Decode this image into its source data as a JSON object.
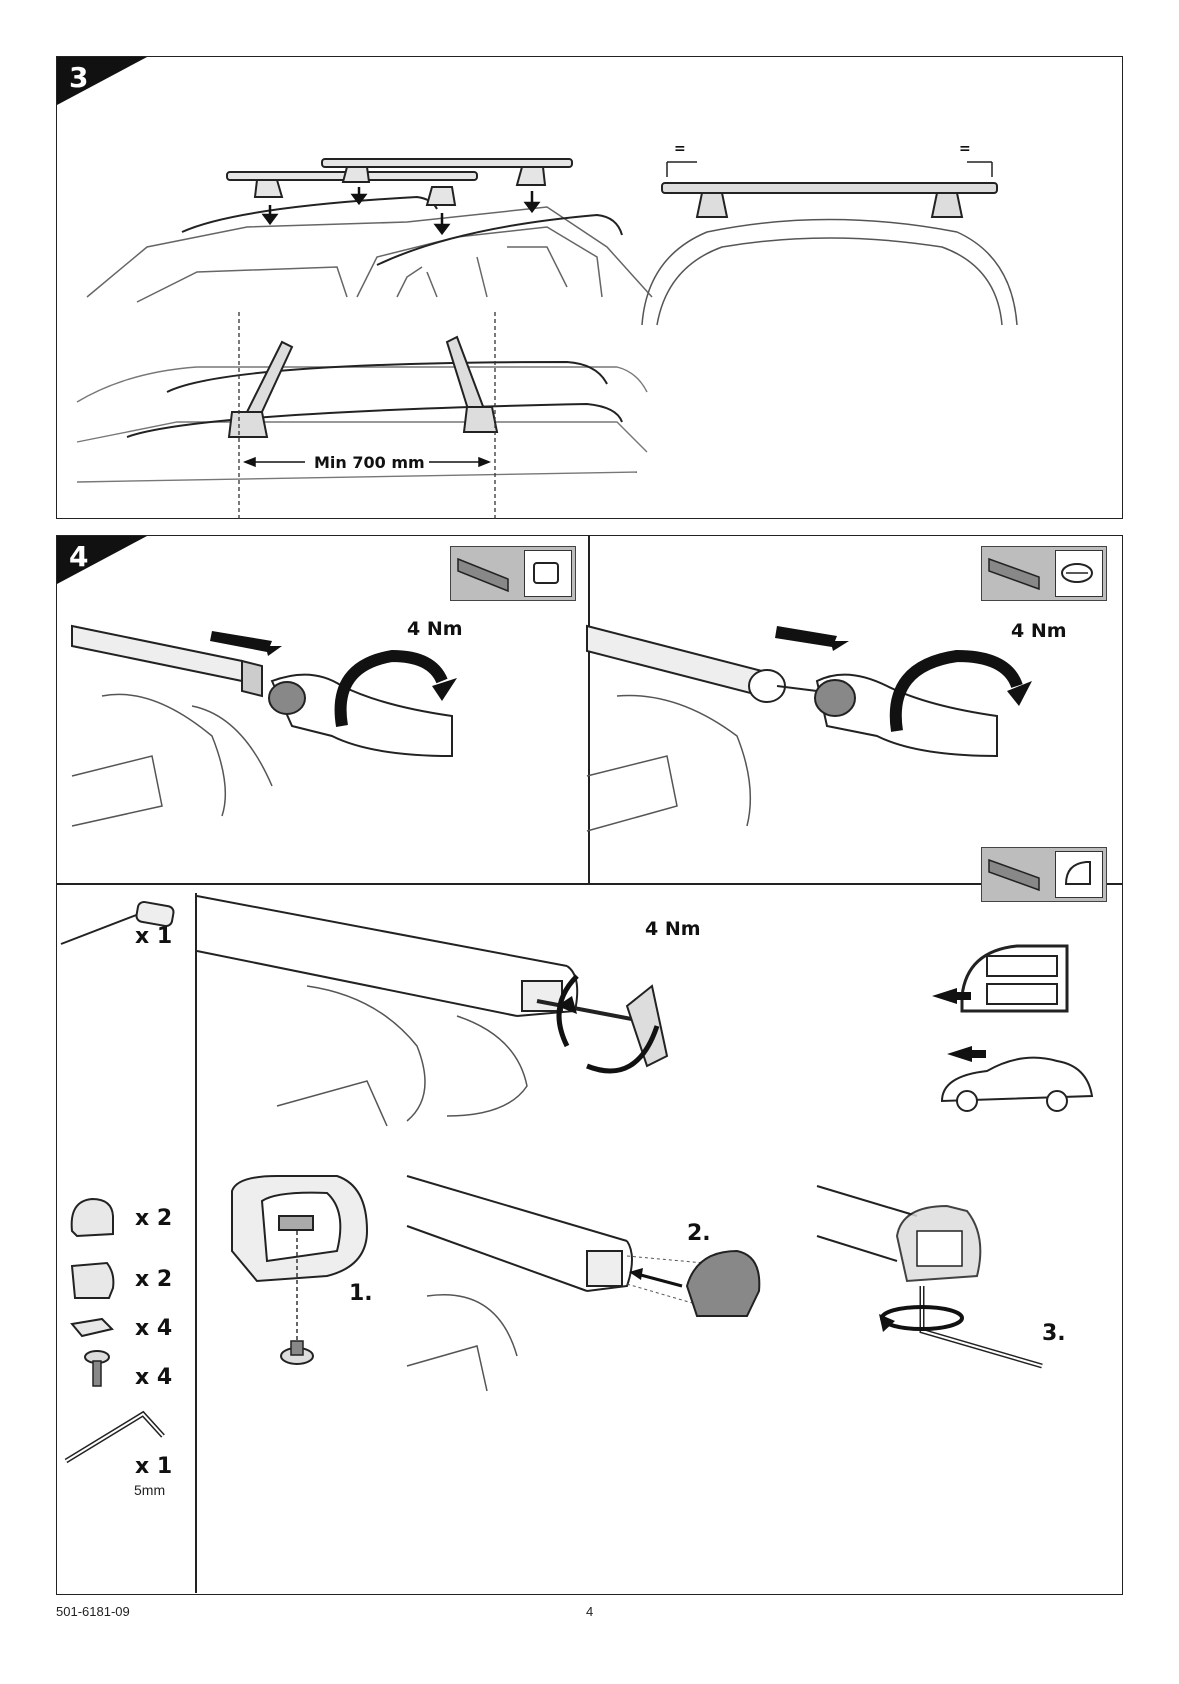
{
  "step3": {
    "number": "3",
    "equal_sign_left": "=",
    "equal_sign_right": "=",
    "min_distance": "Min 700 mm"
  },
  "step4": {
    "number": "4",
    "torque_left": "4 Nm",
    "torque_right": "4 Nm",
    "torque_tbar": "4 Nm",
    "sub_steps": [
      "1.",
      "2.",
      "3."
    ]
  },
  "parts": [
    {
      "icon": "t-key-icon",
      "qty": "x 1",
      "note": ""
    },
    {
      "icon": "end-cap-round-icon",
      "qty": "x 2",
      "note": ""
    },
    {
      "icon": "end-cap-square-icon",
      "qty": "x 2",
      "note": ""
    },
    {
      "icon": "t-nut-icon",
      "qty": "x 4",
      "note": ""
    },
    {
      "icon": "screw-icon",
      "qty": "x 4",
      "note": ""
    },
    {
      "icon": "allen-key-icon",
      "qty": "x 1",
      "note": "5mm"
    }
  ],
  "footer": {
    "doc_code": "501-6181-09",
    "page_number": "4"
  }
}
